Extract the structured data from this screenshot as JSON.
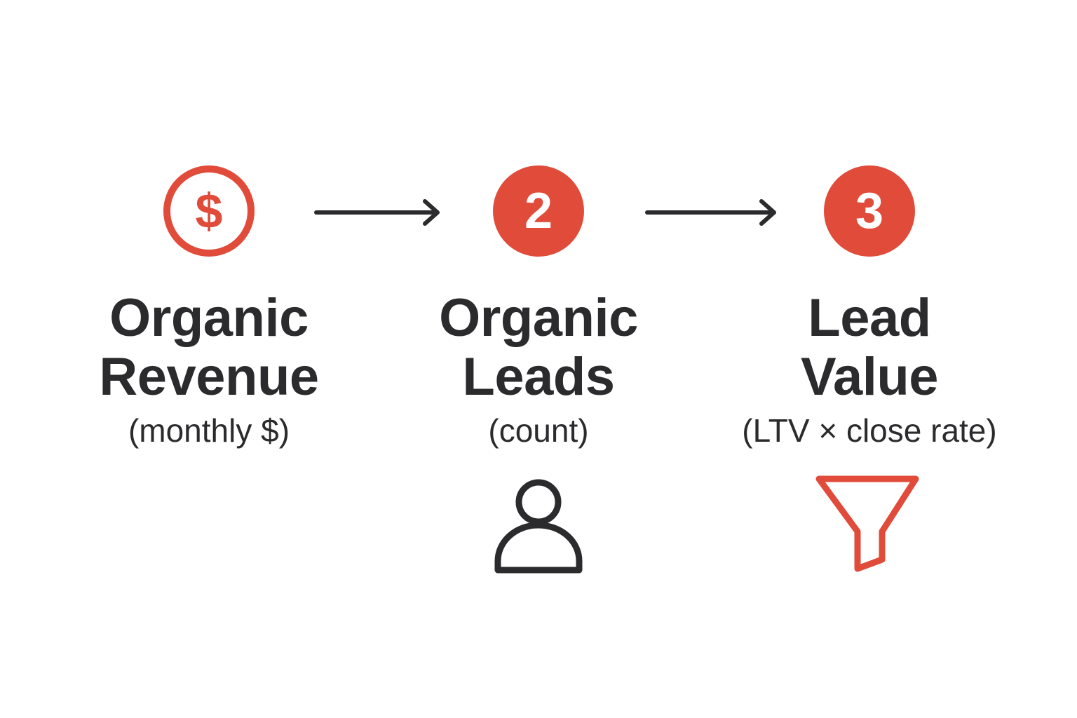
{
  "steps": [
    {
      "badge_icon": "dollar-icon",
      "badge_text": "$",
      "title_line1": "Organic",
      "title_line2": "Revenue",
      "subtitle": "(monthly $)"
    },
    {
      "badge_text": "2",
      "title_line1": "Organic",
      "title_line2": "Leads",
      "subtitle": "(count)",
      "icon": "user-icon"
    },
    {
      "badge_text": "3",
      "title_line1": "Lead",
      "title_line2": "Value",
      "subtitle": "(LTV × close rate)",
      "icon": "funnel-icon"
    }
  ],
  "colors": {
    "accent": "#e04b3a",
    "text": "#2b2b2e",
    "background": "#ffffff"
  }
}
